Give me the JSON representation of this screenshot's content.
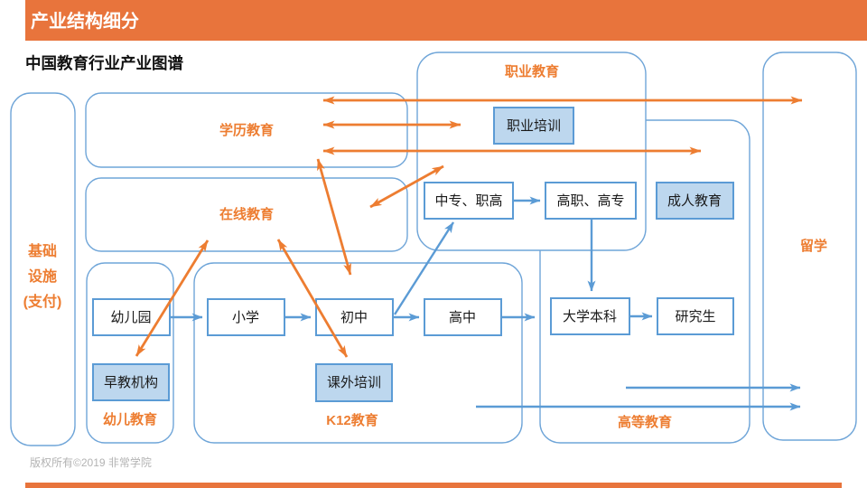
{
  "header": {
    "label": "产业结构细分"
  },
  "title": "中国教育行业产业图谱",
  "footer": {
    "copyright": "版权所有©2019 非常学院"
  },
  "colors": {
    "header_bar": "#E8743C",
    "accent_orange": "#ED7D31",
    "accent_blue": "#5B9BD5",
    "container_border": "#6FA5D8",
    "node_fill_light_blue": "#BDD7EE",
    "footer_text_gray": "#B3B3B3"
  },
  "groups": {
    "infrastructure_line1": "基础",
    "infrastructure_line2": "设施",
    "infrastructure_line3": "(支付)",
    "academic": "学历教育",
    "online": "在线教育",
    "vocational": "职业教育",
    "early_childhood": "幼儿教育",
    "k12": "K12教育",
    "higher": "高等教育",
    "study_abroad": "留学"
  },
  "nodes": {
    "kindergarten": "幼儿园",
    "early_edu_org": "早教机构",
    "primary": "小学",
    "junior_high": "初中",
    "after_school": "课外培训",
    "senior_high": "高中",
    "secondary_vocational": "中专、职高",
    "higher_vocational": "高职、高专",
    "undergraduate": "大学本科",
    "graduate": "研究生",
    "vocational_training": "职业培训",
    "adult_edu": "成人教育"
  }
}
